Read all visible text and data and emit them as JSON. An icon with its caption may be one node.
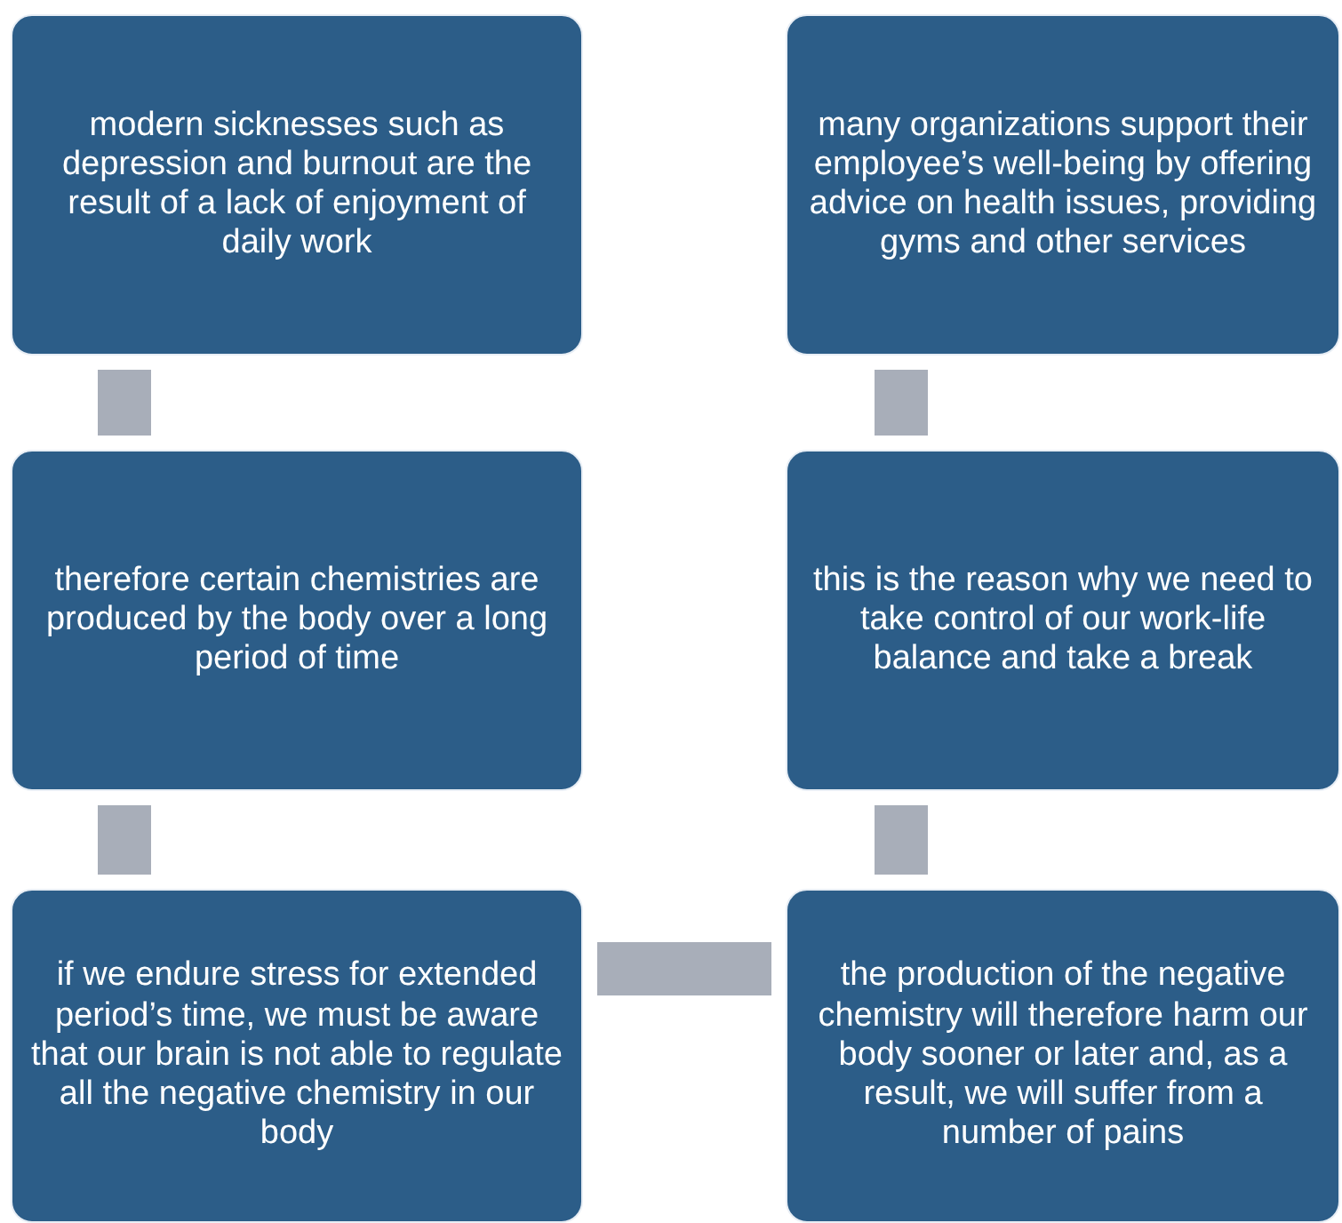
{
  "diagram": {
    "nodes": [
      {
        "text": [
          "modern sicknesses such as depression and burnout are the result of a lack of enjoyment of daily work"
        ]
      },
      {
        "text": [
          "therefore certain chemistries are produced by the body over a long period of time"
        ]
      },
      {
        "text": [
          "if we endure stress for extended period’s time, we must be aware that our brain is not able to regulate all the negative chemistry in our body"
        ]
      },
      {
        "text": [
          "the production of the negative chemistry will therefore harm our body sooner or later and, as a result, we will suffer from a number of pains"
        ]
      },
      {
        "text": [
          "this is the reason why we need to take control of our work-life balance and take a break"
        ]
      },
      {
        "text": [
          "many organizations support their employee’s well-being by offering advice on health issues, providing gyms and other services"
        ]
      }
    ],
    "edges": [
      {
        "from": 0,
        "to": 1,
        "arrow": "none"
      },
      {
        "from": 1,
        "to": 2,
        "arrow": "none"
      },
      {
        "from": 2,
        "to": 3,
        "arrow": "none"
      },
      {
        "from": 3,
        "to": 4,
        "arrow": "none"
      },
      {
        "from": 4,
        "to": 5,
        "arrow": "none"
      }
    ]
  }
}
